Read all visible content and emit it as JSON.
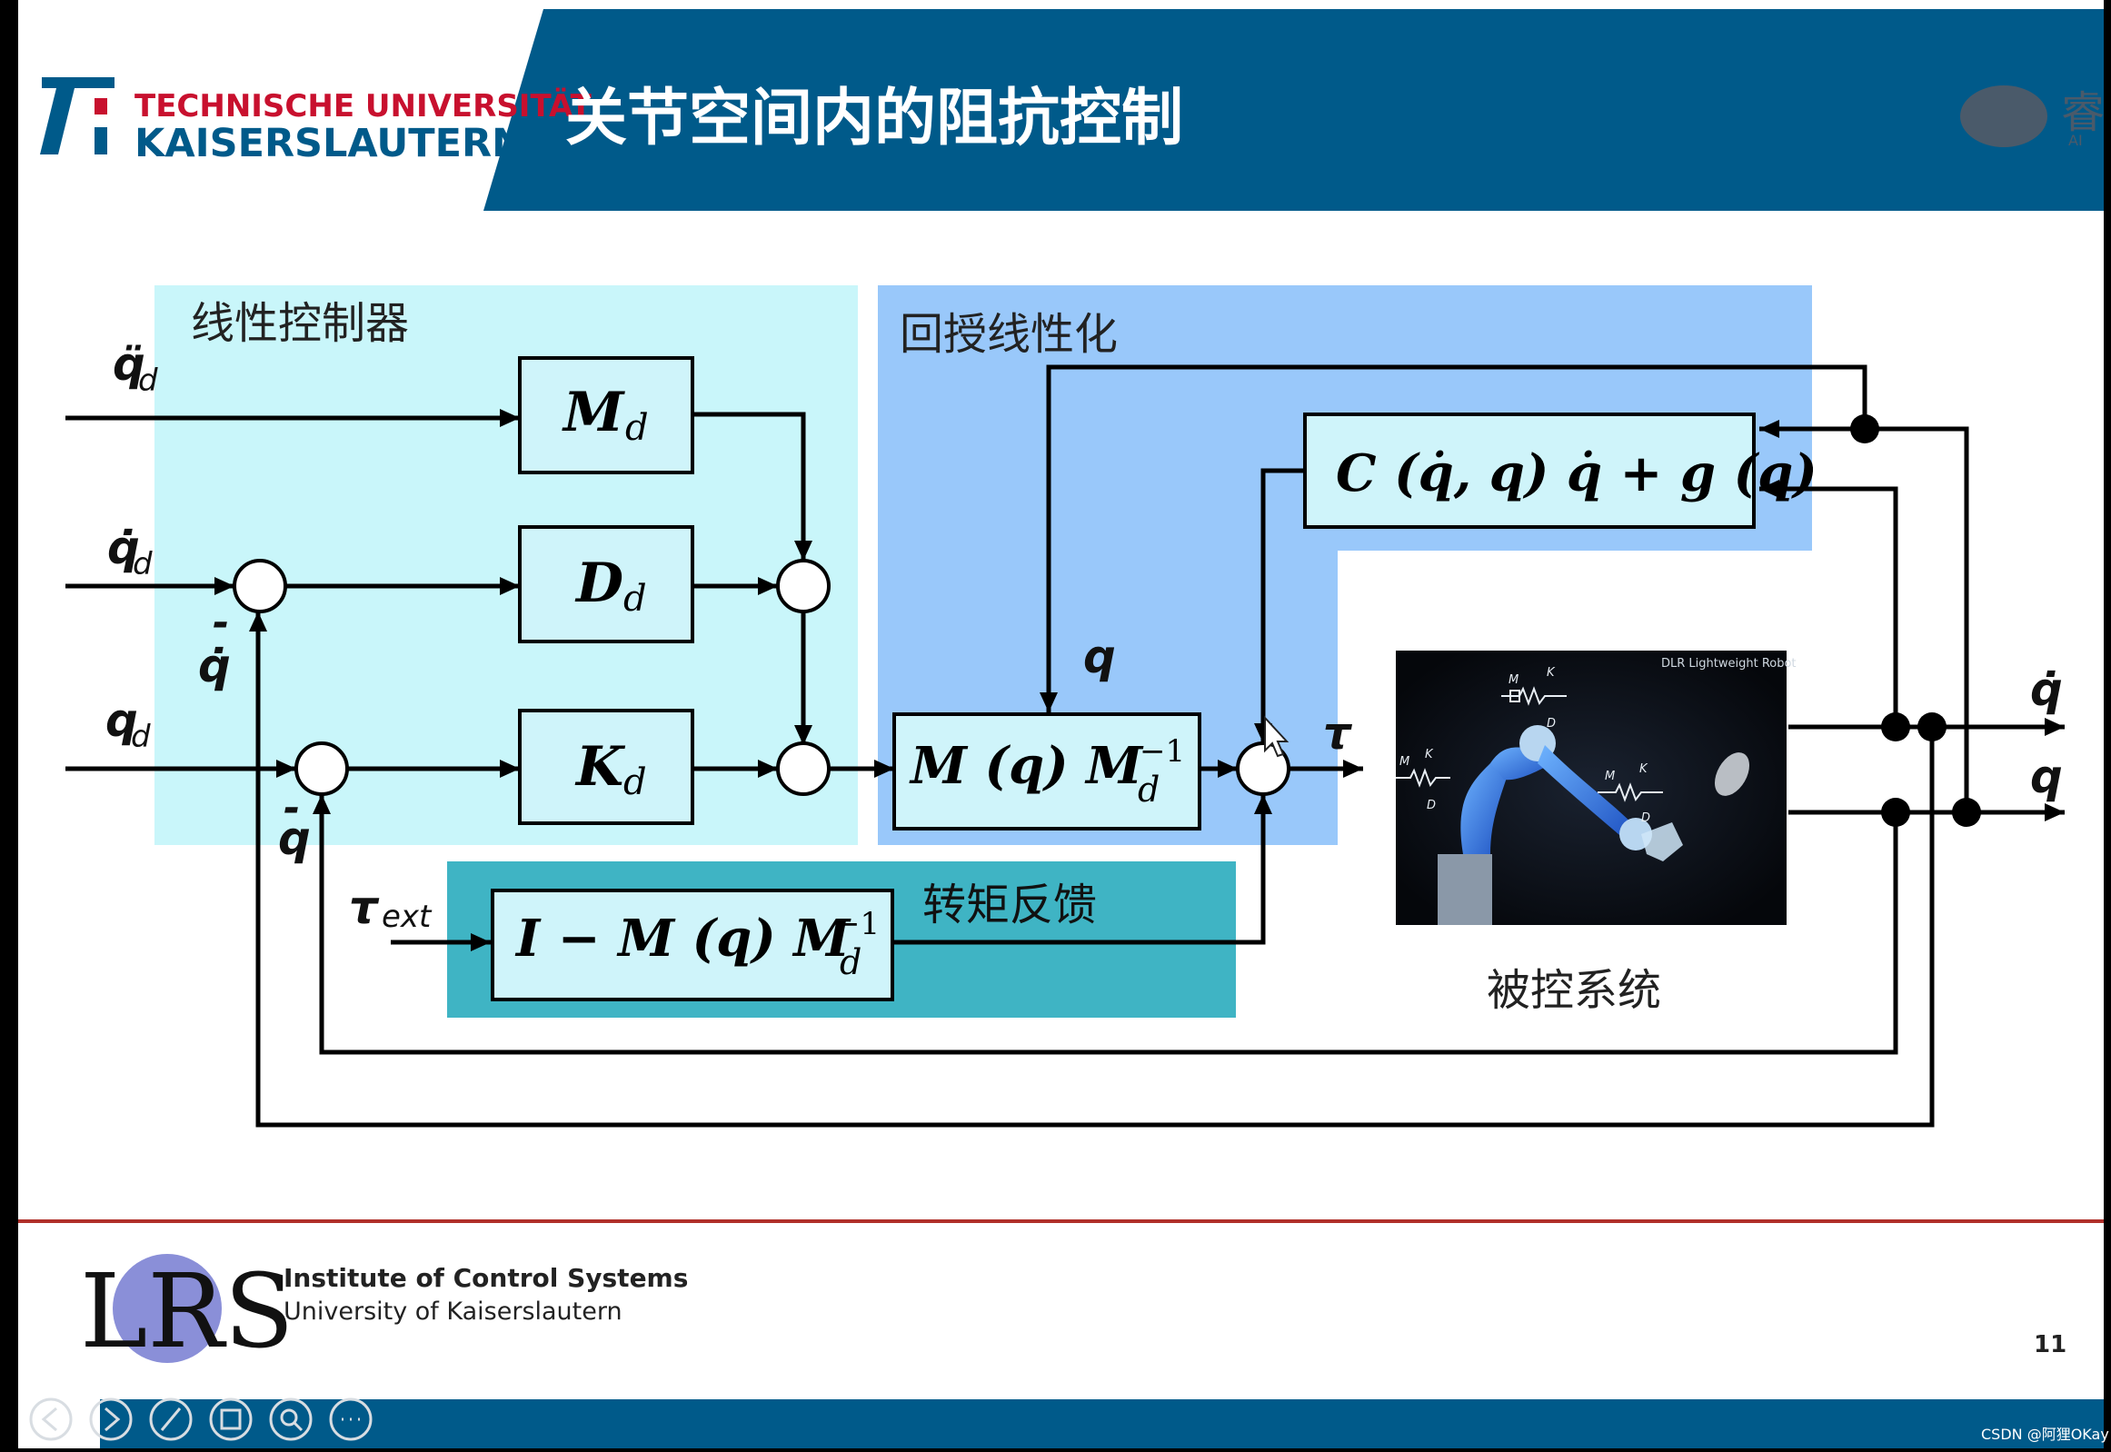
{
  "header": {
    "logo_line1": "TECHNISCHE UNIVERSITÄT",
    "logo_line2": "KAISERSLAUTERN",
    "title": "关节空间内的阻抗控制",
    "corner_text": "睿",
    "corner_subtext": "AI"
  },
  "regions": {
    "linear_controller": "线性控制器",
    "feedback_linearization": "回授线性化",
    "torque_feedback": "转矩反馈",
    "plant": "被控系统"
  },
  "blocks": {
    "md": {
      "main": "M",
      "sub": "d"
    },
    "dd": {
      "main": "D",
      "sub": "d"
    },
    "kd": {
      "main": "K",
      "sub": "d"
    },
    "coriolis": "C (q̇, q) q̇ + g (q)",
    "mass": {
      "main": "M (q) M",
      "sup": "−1",
      "sub": "d"
    },
    "torque": {
      "main": "I − M (q) M",
      "sup": "−1",
      "sub": "d"
    }
  },
  "signals": {
    "qdd_d": {
      "main": "q̈",
      "sub": "d"
    },
    "qd_d": {
      "main": "q̇",
      "sub": "d"
    },
    "q_d": {
      "main": "q",
      "sub": "d"
    },
    "minus_qdot": {
      "sign": "-",
      "main": "q̇"
    },
    "minus_q": {
      "sign": "-",
      "main": "q"
    },
    "q_in": "q",
    "tau": "τ",
    "tau_ext": {
      "main": "τ",
      "sub": "ext"
    },
    "out_qdot": "q̇",
    "out_q": "q"
  },
  "robot_image": {
    "caption": "DLR Lightweight Robot",
    "spring_m": "M",
    "spring_k": "K",
    "spring_d": "D"
  },
  "footer": {
    "lrs_logo": "LRS",
    "institute": "Institute of Control Systems",
    "university": "University of Kaiserslautern",
    "page_number": "11",
    "watermark": "CSDN @阿狸OKay"
  },
  "toolbar": [
    "back-icon",
    "forward-icon",
    "pen-icon",
    "slides-icon",
    "zoom-icon",
    "more-icon"
  ],
  "colors": {
    "header_blue": "#005a8a",
    "linear_region": "#c9f6fa",
    "feedback_region": "#99c8fa",
    "torque_region": "#3fb4c4",
    "block_bg": "#cff4fa",
    "footer_rule": "#b0302a",
    "logo_red": "#c8102e"
  }
}
